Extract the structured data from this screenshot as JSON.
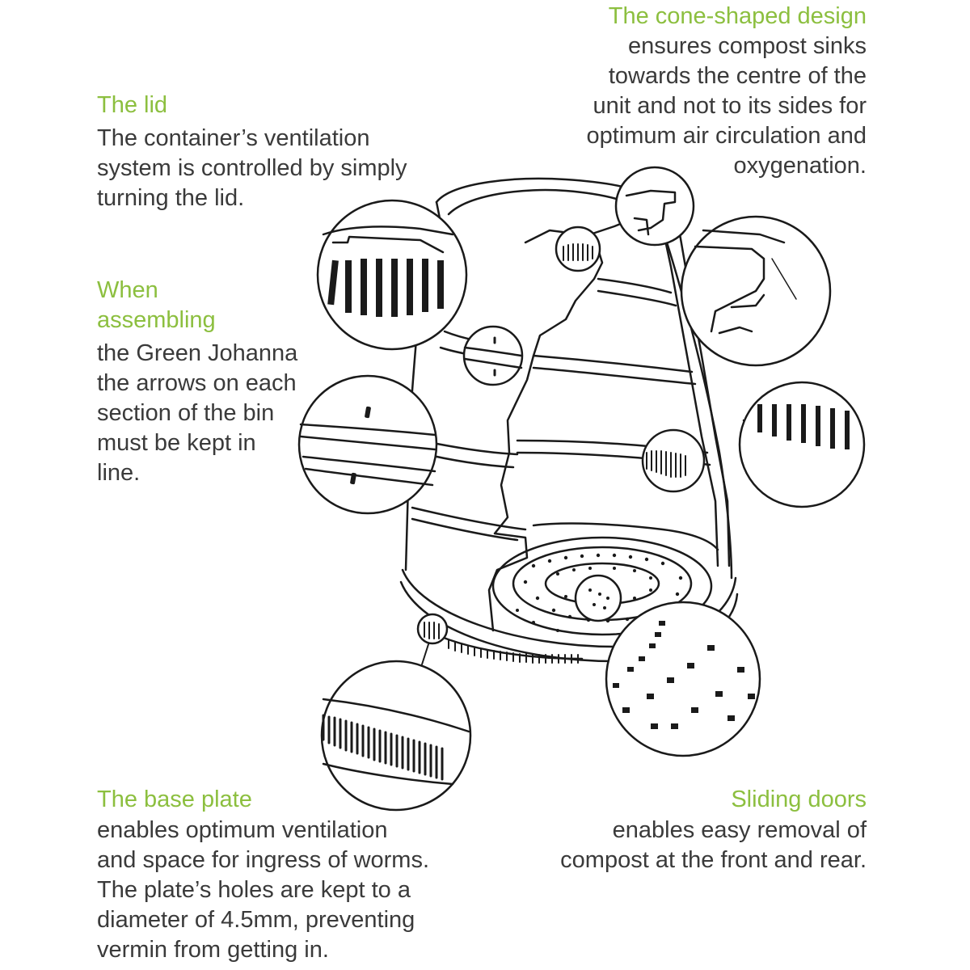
{
  "annotations": {
    "cone": {
      "heading": "The cone-shaped design",
      "body": "ensures compost sinks\ntowards the centre of the\nunit and not to its sides for\noptimum air circulation and\noxygenation."
    },
    "lid": {
      "heading": "The lid",
      "body": "The container’s ventilation\nsystem is controlled by simply\nturning the lid."
    },
    "assembling": {
      "heading": "When\nassembling",
      "body": "the Green Johanna\nthe arrows on each\nsection of the bin\nmust be kept in\nline."
    },
    "base_plate": {
      "heading": "The base plate",
      "body": "enables optimum ventilation\nand space for ingress of worms.\nThe plate’s holes are kept to a\ndiameter of 4.5mm, preventing\nvermin from getting in."
    },
    "sliding_doors": {
      "heading": "Sliding doors",
      "body": "enables easy removal of\ncompost at the front and rear."
    }
  },
  "colors": {
    "heading": "#8cbf3f",
    "body": "#3a3a3a",
    "line": "#1a1a1a"
  }
}
